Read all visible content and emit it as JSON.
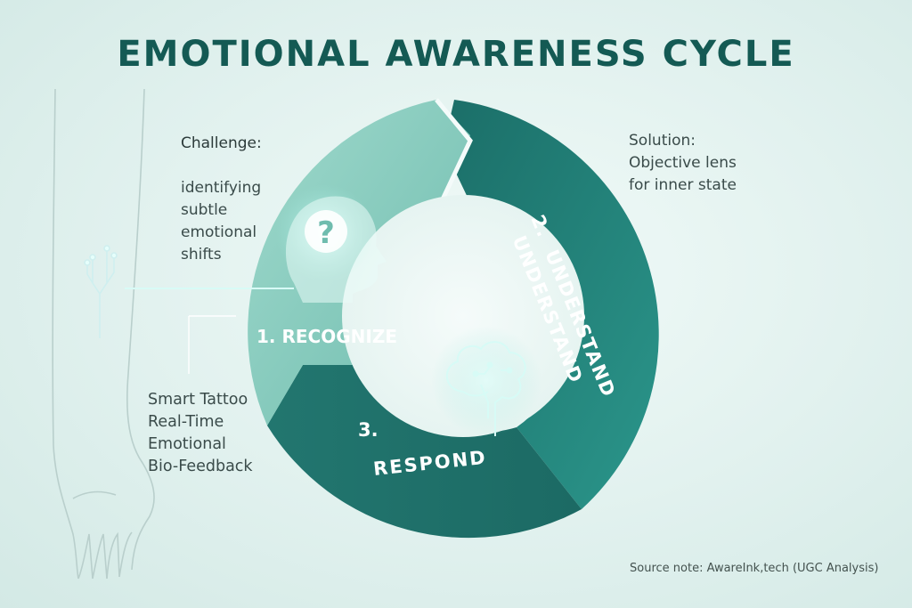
{
  "title": "EMOTIONAL AWARENESS CYCLE",
  "challenge": {
    "heading": "Challenge:",
    "body": "identifying\nsubtle\nemotional\nshifts"
  },
  "solution": {
    "text": "Solution:\nObjective lens\nfor inner state"
  },
  "tattoo_note": {
    "text": "Smart Tattoo\nReal-Time\nEmotional\nBio-Feedback"
  },
  "cycle": {
    "step1": "1. RECOGNIZE",
    "step2_number": "2.",
    "step2_line1": "UNDERSTAND",
    "step2_line2": "UNDERSTAND",
    "step3_number": "3.",
    "step3_label": "RESPOND",
    "question_mark": "?"
  },
  "source_note": "Source note:  AwareInk,tech (UGC Analysis)",
  "colors": {
    "title": "#145a54",
    "segment_light": "#8fcfc2",
    "segment_dark": "#1e7a73",
    "segment_mid": "#2a8c83",
    "glow": "#bff3ec"
  },
  "icons": [
    "question-head-icon",
    "brain-circuit-icon",
    "arm-illustration",
    "circuit-tattoo-icon"
  ]
}
